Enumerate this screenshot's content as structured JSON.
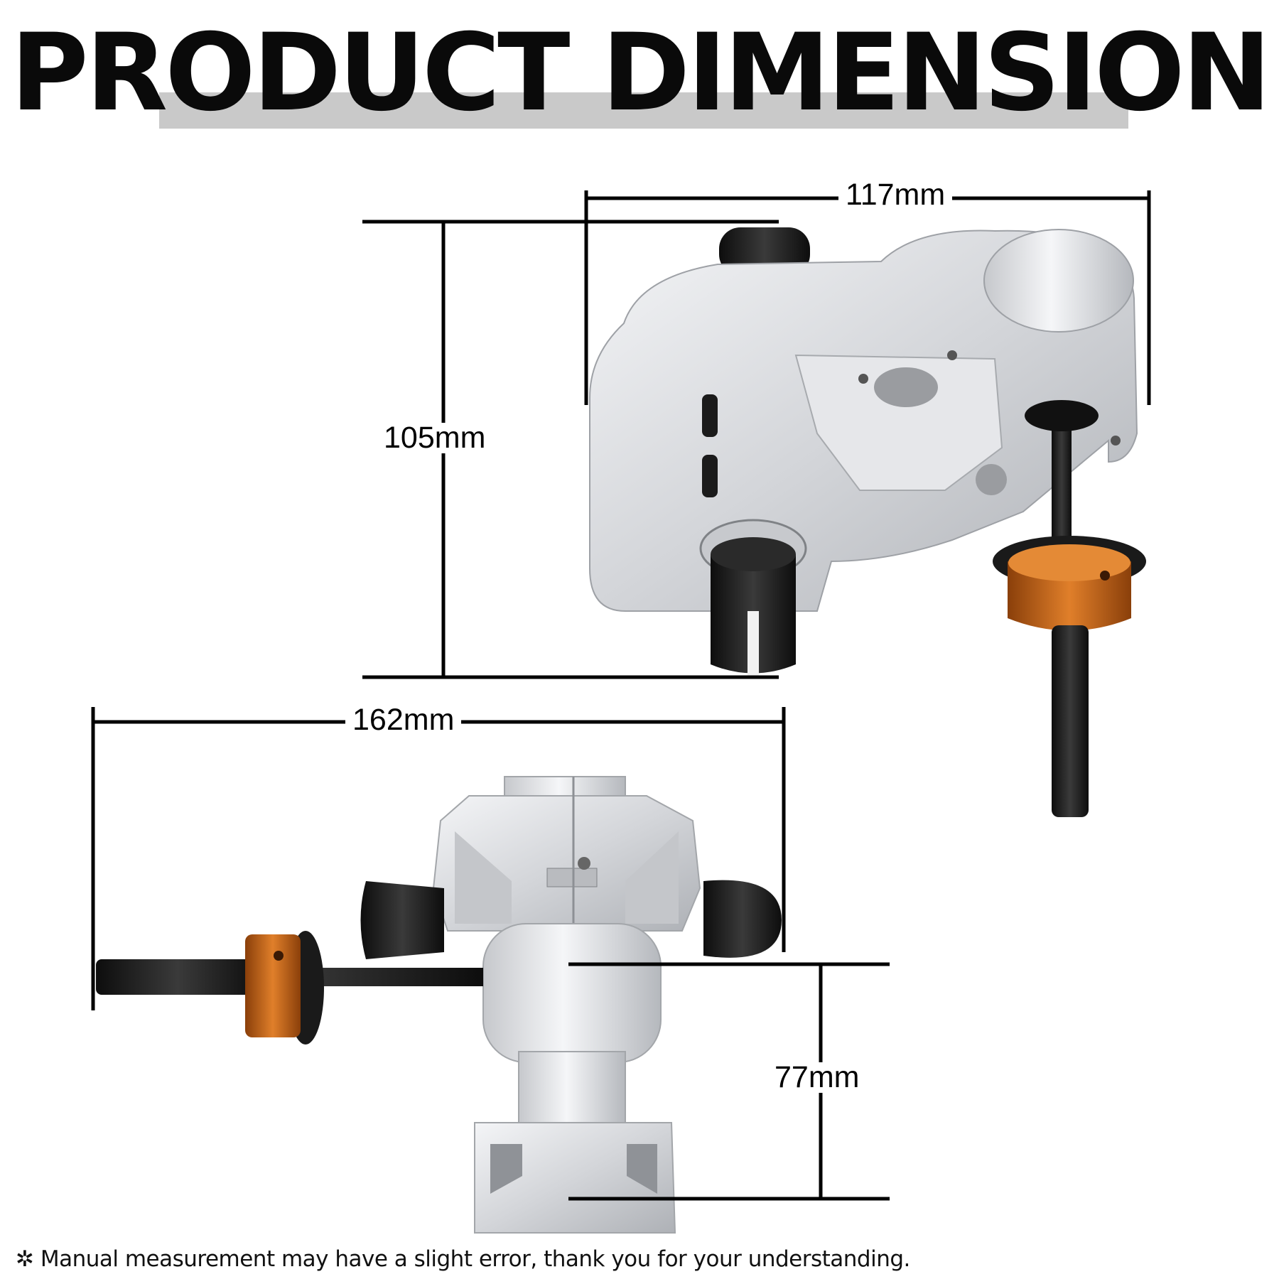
{
  "title": "PRODUCT DIMENSION",
  "dimensions": {
    "top_width": "117mm",
    "top_height": "105mm",
    "bottom_width": "162mm",
    "bottom_height": "77mm"
  },
  "footnote": "✲ Manual measurement may have a slight error, thank you for your understanding.",
  "colors": {
    "title_band": "#c9c9c9",
    "aluminum": "#d9dadd",
    "black_part": "#1b1b1b",
    "orange_hub": "#c96a1c"
  }
}
